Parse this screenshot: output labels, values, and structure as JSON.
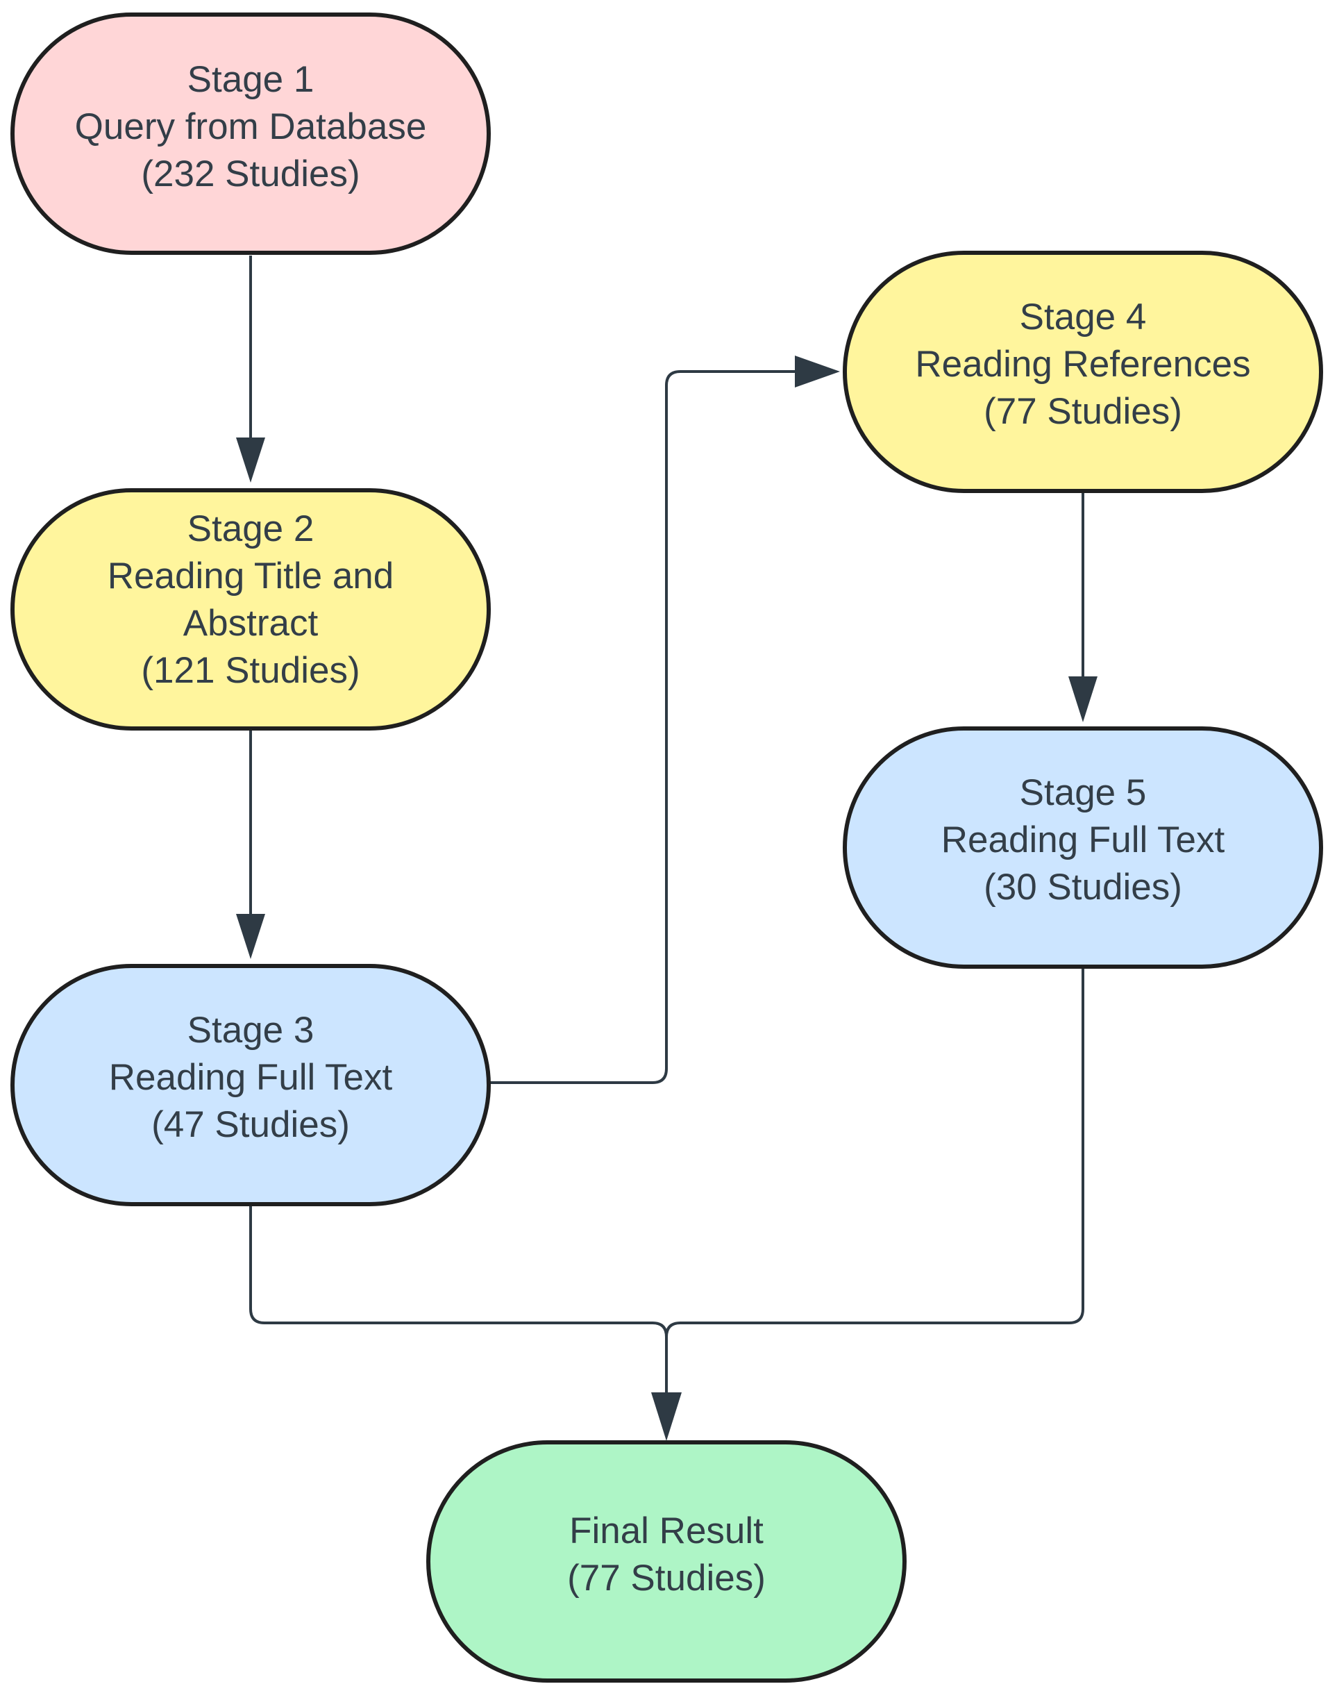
{
  "nodes": [
    {
      "id": "stage-1",
      "lines": [
        "Stage 1",
        "Query from Database",
        "(232 Studies)"
      ],
      "fill": "#ffd6d7"
    },
    {
      "id": "stage-2",
      "lines": [
        "Stage 2",
        "Reading Title and",
        "Abstract",
        "(121 Studies)"
      ],
      "fill": "#fff59d"
    },
    {
      "id": "stage-3",
      "lines": [
        "Stage 3",
        "Reading Full Text",
        "(47 Studies)"
      ],
      "fill": "#cce5ff"
    },
    {
      "id": "stage-4",
      "lines": [
        "Stage 4",
        "Reading References",
        "(77 Studies)"
      ],
      "fill": "#fff59d"
    },
    {
      "id": "stage-5",
      "lines": [
        "Stage 5",
        "Reading Full Text",
        "(30 Studies)"
      ],
      "fill": "#cce5ff"
    },
    {
      "id": "final-result",
      "lines": [
        "Final Result",
        "(77 Studies)"
      ],
      "fill": "#aef5c6"
    }
  ],
  "edges": [
    {
      "from": "stage-1",
      "to": "stage-2"
    },
    {
      "from": "stage-2",
      "to": "stage-3"
    },
    {
      "from": "stage-3",
      "to": "stage-4"
    },
    {
      "from": "stage-4",
      "to": "stage-5"
    },
    {
      "from": "stage-3",
      "to": "final-result"
    },
    {
      "from": "stage-5",
      "to": "final-result"
    }
  ],
  "colors": {
    "stroke": "#1f1f1f",
    "connector": "#2e3a44",
    "text": "#333e48"
  }
}
